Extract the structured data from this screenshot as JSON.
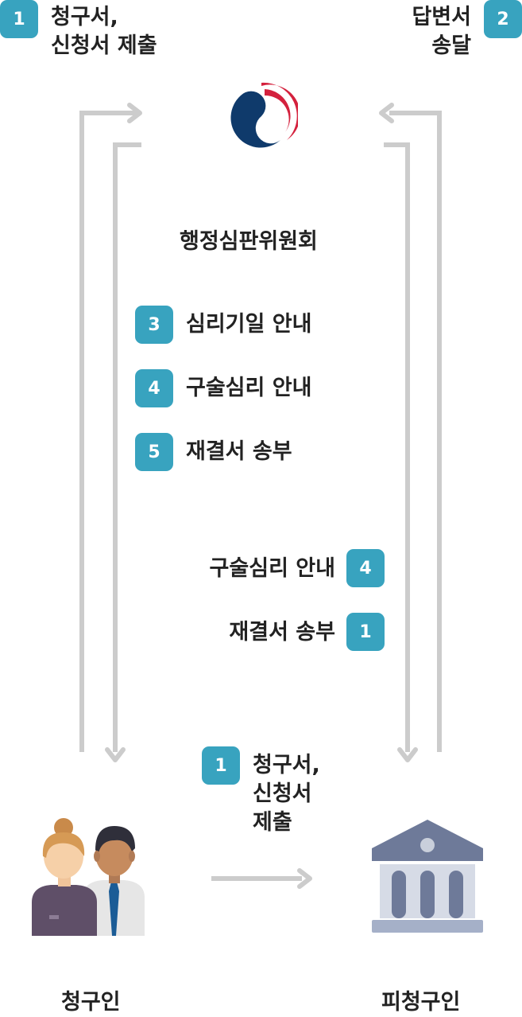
{
  "top_left": {
    "badge": "1",
    "label_line1": "청구서,",
    "label_line2": "신청서 제출"
  },
  "top_right": {
    "badge": "2",
    "label_line1": "답변서",
    "label_line2": "송달"
  },
  "center": {
    "title": "행정심판위원회",
    "steps": [
      {
        "badge": "3",
        "label": "심리기일 안내"
      },
      {
        "badge": "4",
        "label": "구술심리 안내"
      },
      {
        "badge": "5",
        "label": "재결서 송부"
      }
    ],
    "respondent_steps": [
      {
        "badge": "4",
        "label": "구술심리 안내"
      },
      {
        "badge": "1",
        "label": "재결서 송부"
      }
    ]
  },
  "bottom_mid": {
    "badge": "1",
    "label_line1": "청구서,",
    "label_line2": "신청서",
    "label_line3": "제출"
  },
  "claimant": {
    "label": "청구인",
    "icon": "people-icon"
  },
  "respondent": {
    "label": "피청구인",
    "icon": "government-building-icon"
  },
  "colors": {
    "badge": "#38a3bf",
    "arrow": "#cccccc",
    "emblem_blue": "#0f3a6b",
    "emblem_red": "#d4213d",
    "building": "#6e7a99"
  }
}
